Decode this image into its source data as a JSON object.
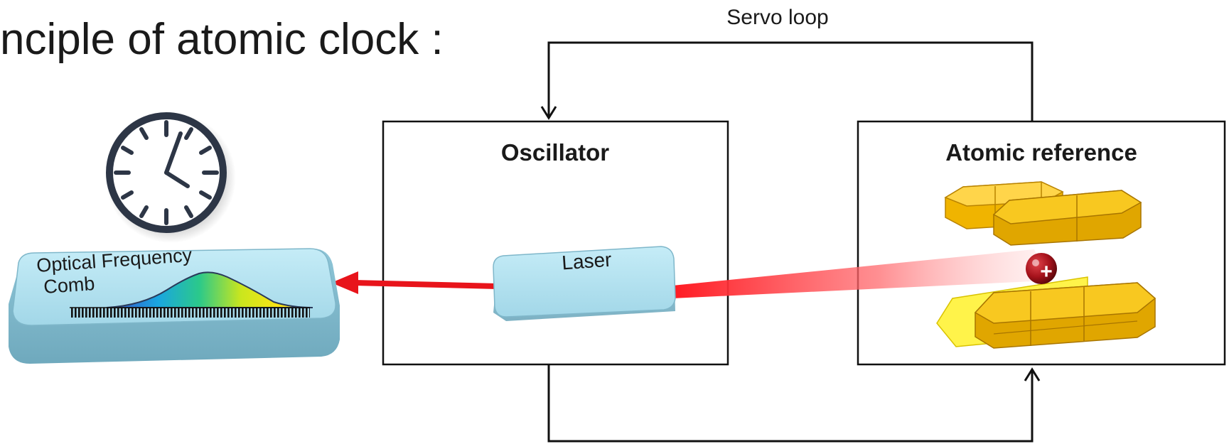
{
  "title": "nciple of atomic clock :",
  "servo_loop_label": "Servo loop",
  "oscillator": {
    "title": "Oscillator",
    "laser_label": "Laser"
  },
  "atomic_reference": {
    "title": "Atomic reference",
    "ion_symbol": "+"
  },
  "comb": {
    "line1": "Optical Frequency",
    "line2": "Comb"
  },
  "icons": {
    "clock": "clock-icon",
    "ion": "ion-icon",
    "electrodes": "trap-electrodes-icon"
  },
  "colors": {
    "line": "#111111",
    "text": "#1a1a1a",
    "arrow_red": "#e8141b",
    "clock": "#2d3646",
    "device_blue": "#a7dcec",
    "electrode_gold": "#f0b400",
    "ion_red": "#a5121b"
  }
}
